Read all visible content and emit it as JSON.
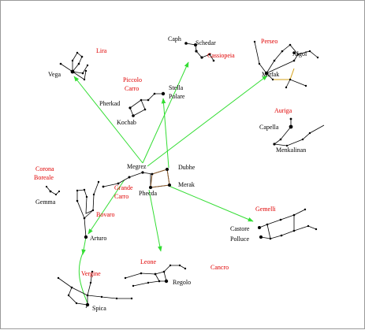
{
  "colors": {
    "background": "#ffffff",
    "frame": "#9a9a9a",
    "star_line": "#000000",
    "pointer_arrow": "#33dd33",
    "dipper_highlight": "#8b5a2b",
    "perseus_highlight": "#d4a017",
    "constellation_label": "#e00000",
    "star_label": "#000000"
  },
  "constellations": {
    "lira": "Lira",
    "cassiopeia": "Cassiopeia",
    "perseo": "Perseo",
    "piccolo_carro": [
      "Piccolo",
      "Carro"
    ],
    "auriga": "Auriga",
    "corona_boreale": [
      "Corona",
      "Boreale"
    ],
    "grande_carro": [
      "Grande",
      "Carro"
    ],
    "bovaro": "Bovaro",
    "gemelli": "Gemelli",
    "vergine": "Vergine",
    "leone": "Leone",
    "cancro": "Cancro"
  },
  "stars": {
    "vega": "Vega",
    "caph": "Caph",
    "schedar": "Schedar",
    "algol": "Algol",
    "mirfak": "Mirfak",
    "stella_polare": [
      "Stella",
      "Polare"
    ],
    "pherkad": "Pherkad",
    "kochab": "Kochab",
    "capella": "Capella",
    "menkalinan": "Menkalinan",
    "megrez": "Megrez",
    "dubhe": "Dubhe",
    "merak": "Merak",
    "phecda": "Phecda",
    "gemma": "Gemma",
    "arturo": "Arturo",
    "castore": "Castore",
    "polluce": "Polluce",
    "regolo": "Regolo",
    "spica": "Spica"
  }
}
